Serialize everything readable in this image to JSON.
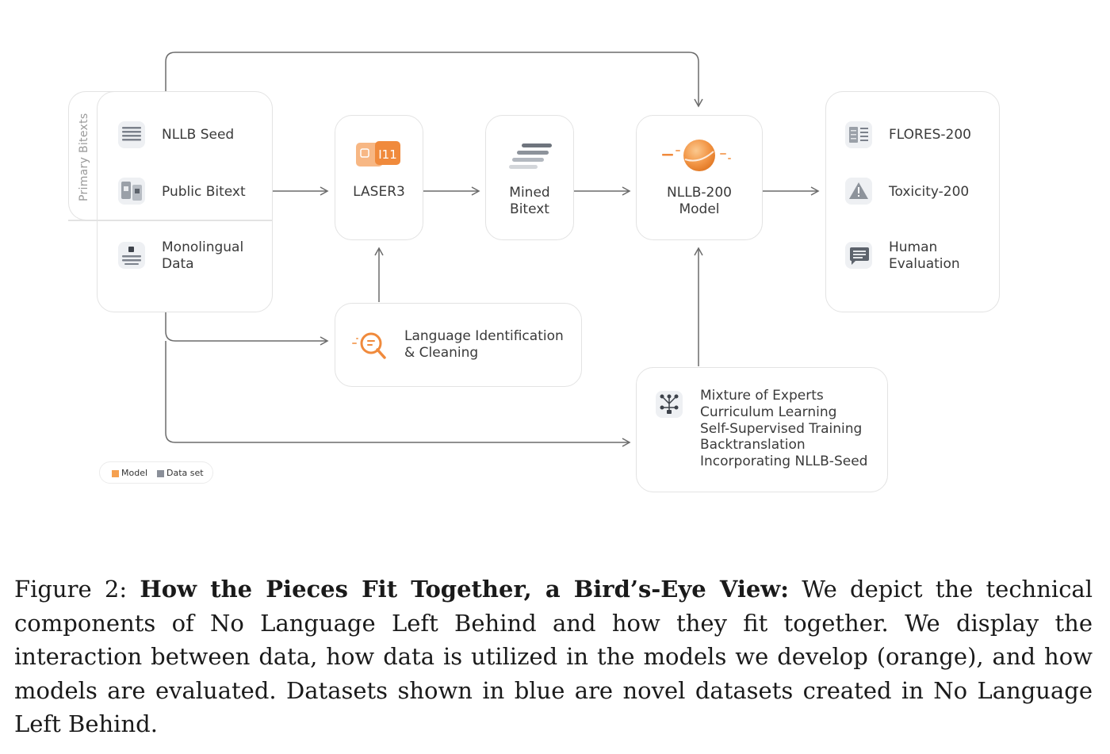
{
  "diagram": {
    "primary_bitexts_label": "Primary Bitexts",
    "nodes": {
      "nllb_seed": "NLLB Seed",
      "public_bitext": "Public Bitext",
      "monolingual": [
        "Monolingual",
        "Data"
      ],
      "laser3": "LASER3",
      "mined_bitext": [
        "Mined",
        "Bitext"
      ],
      "nllb200": [
        "NLLB-200",
        "Model"
      ],
      "flores": "FLORES-200",
      "toxicity": "Toxicity-200",
      "human_eval": [
        "Human",
        "Evaluation"
      ],
      "lid": [
        "Language Identification",
        "& Cleaning"
      ],
      "training": [
        "Mixture of Experts",
        "Curriculum Learning",
        "Self-Supervised Training",
        "Backtranslation",
        "Incorporating NLLB-Seed"
      ]
    },
    "legend": {
      "model": "Model",
      "dataset": "Data set"
    },
    "colors": {
      "model": "#f5a050",
      "dataset": "#8a8f99",
      "border": "#e3e3e3",
      "arrow": "#6b6b6b"
    }
  },
  "caption": {
    "prefix": "Figure 2: ",
    "bold": "How the Pieces Fit Together, a Bird’s-Eye View:",
    "body": " We depict the technical components of No Language Left Behind and how they fit together. We display the interaction between data, how data is utilized in the models we develop (orange), and how models are evaluated. Datasets shown in blue are novel datasets created in No Language Left Behind."
  }
}
